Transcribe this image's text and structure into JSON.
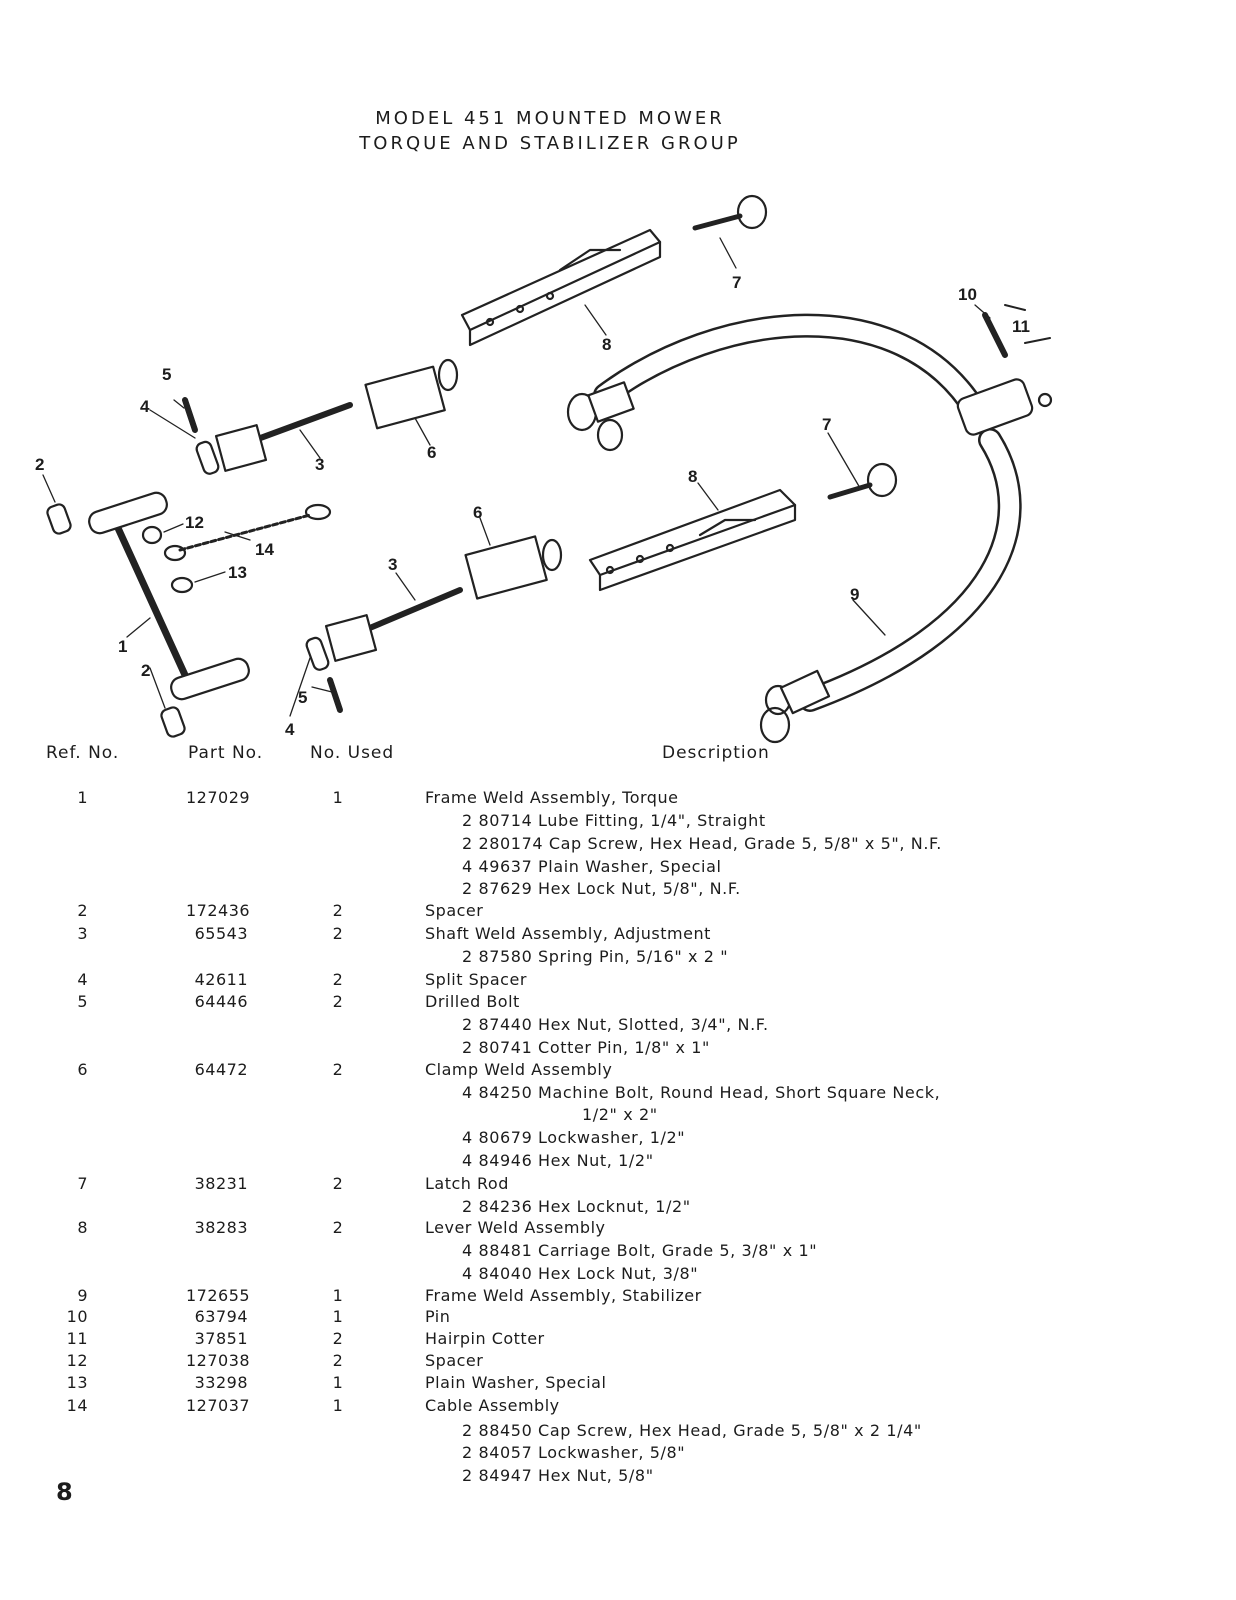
{
  "title": {
    "line1": "MODEL 451 MOUNTED MOWER",
    "line2": "TORQUE AND STABILIZER GROUP"
  },
  "diagram": {
    "callouts": [
      "1",
      "2",
      "2",
      "3",
      "3",
      "4",
      "4",
      "5",
      "5",
      "6",
      "6",
      "7",
      "7",
      "8",
      "8",
      "9",
      "10",
      "11",
      "12",
      "13",
      "14"
    ]
  },
  "table": {
    "headers": {
      "ref": "Ref. No.",
      "part": "Part No.",
      "used": "No. Used",
      "desc": "Description"
    },
    "rows": [
      {
        "ref": "1",
        "part": "127029",
        "used": "1",
        "desc": "Frame Weld Assembly, Torque"
      },
      {
        "sub": "2 80714 Lube Fitting, 1/4\", Straight"
      },
      {
        "sub": "2 280174 Cap Screw, Hex Head, Grade 5, 5/8\" x 5\", N.F."
      },
      {
        "sub": "4 49637 Plain Washer, Special"
      },
      {
        "sub": "2 87629 Hex Lock Nut, 5/8\", N.F."
      },
      {
        "ref": "2",
        "part": "172436",
        "used": "2",
        "desc": "Spacer"
      },
      {
        "ref": "3",
        "part": "65543",
        "used": "2",
        "desc": "Shaft Weld Assembly, Adjustment"
      },
      {
        "sub": "2 87580 Spring Pin, 5/16\" x 2 \""
      },
      {
        "ref": "4",
        "part": "42611",
        "used": "2",
        "desc": "Split Spacer"
      },
      {
        "ref": "5",
        "part": "64446",
        "used": "2",
        "desc": "Drilled Bolt"
      },
      {
        "sub": "2 87440 Hex Nut, Slotted, 3/4\", N.F."
      },
      {
        "sub": "2 80741 Cotter Pin, 1/8\" x 1\""
      },
      {
        "ref": "6",
        "part": "64472",
        "used": "2",
        "desc": "Clamp Weld Assembly"
      },
      {
        "sub": "4 84250 Machine Bolt, Round Head, Short Square Neck,"
      },
      {
        "cont": "1/2\" x 2\""
      },
      {
        "sub": "4 80679 Lockwasher, 1/2\""
      },
      {
        "sub": "4 84946 Hex Nut, 1/2\""
      },
      {
        "ref": "7",
        "part": "38231",
        "used": "2",
        "desc": "Latch Rod"
      },
      {
        "sub": "2 84236 Hex Locknut, 1/2\""
      },
      {
        "ref": "8",
        "part": "38283",
        "used": "2",
        "desc": "Lever Weld Assembly"
      },
      {
        "sub": "4 88481 Carriage Bolt, Grade 5, 3/8\" x 1\""
      },
      {
        "sub": "4 84040 Hex Lock Nut, 3/8\""
      },
      {
        "ref": "9",
        "part": "172655",
        "used": "1",
        "desc": "Frame Weld Assembly, Stabilizer"
      },
      {
        "ref": "10",
        "part": "63794",
        "used": "1",
        "desc": "Pin"
      },
      {
        "ref": "11",
        "part": "37851",
        "used": "2",
        "desc": "Hairpin Cotter"
      },
      {
        "ref": "12",
        "part": "127038",
        "used": "2",
        "desc": "Spacer"
      },
      {
        "ref": "13",
        "part": "33298",
        "used": "1",
        "desc": "Plain Washer, Special"
      },
      {
        "ref": "14",
        "part": "127037",
        "used": "1",
        "desc": "Cable Assembly"
      },
      {
        "sub": "2 88450 Cap Screw, Hex Head, Grade 5, 5/8\" x 2 1/4\""
      },
      {
        "sub": "2 84057 Lockwasher, 5/8\""
      },
      {
        "sub": "2 84947 Hex Nut, 5/8\""
      }
    ]
  },
  "page_number": "8"
}
